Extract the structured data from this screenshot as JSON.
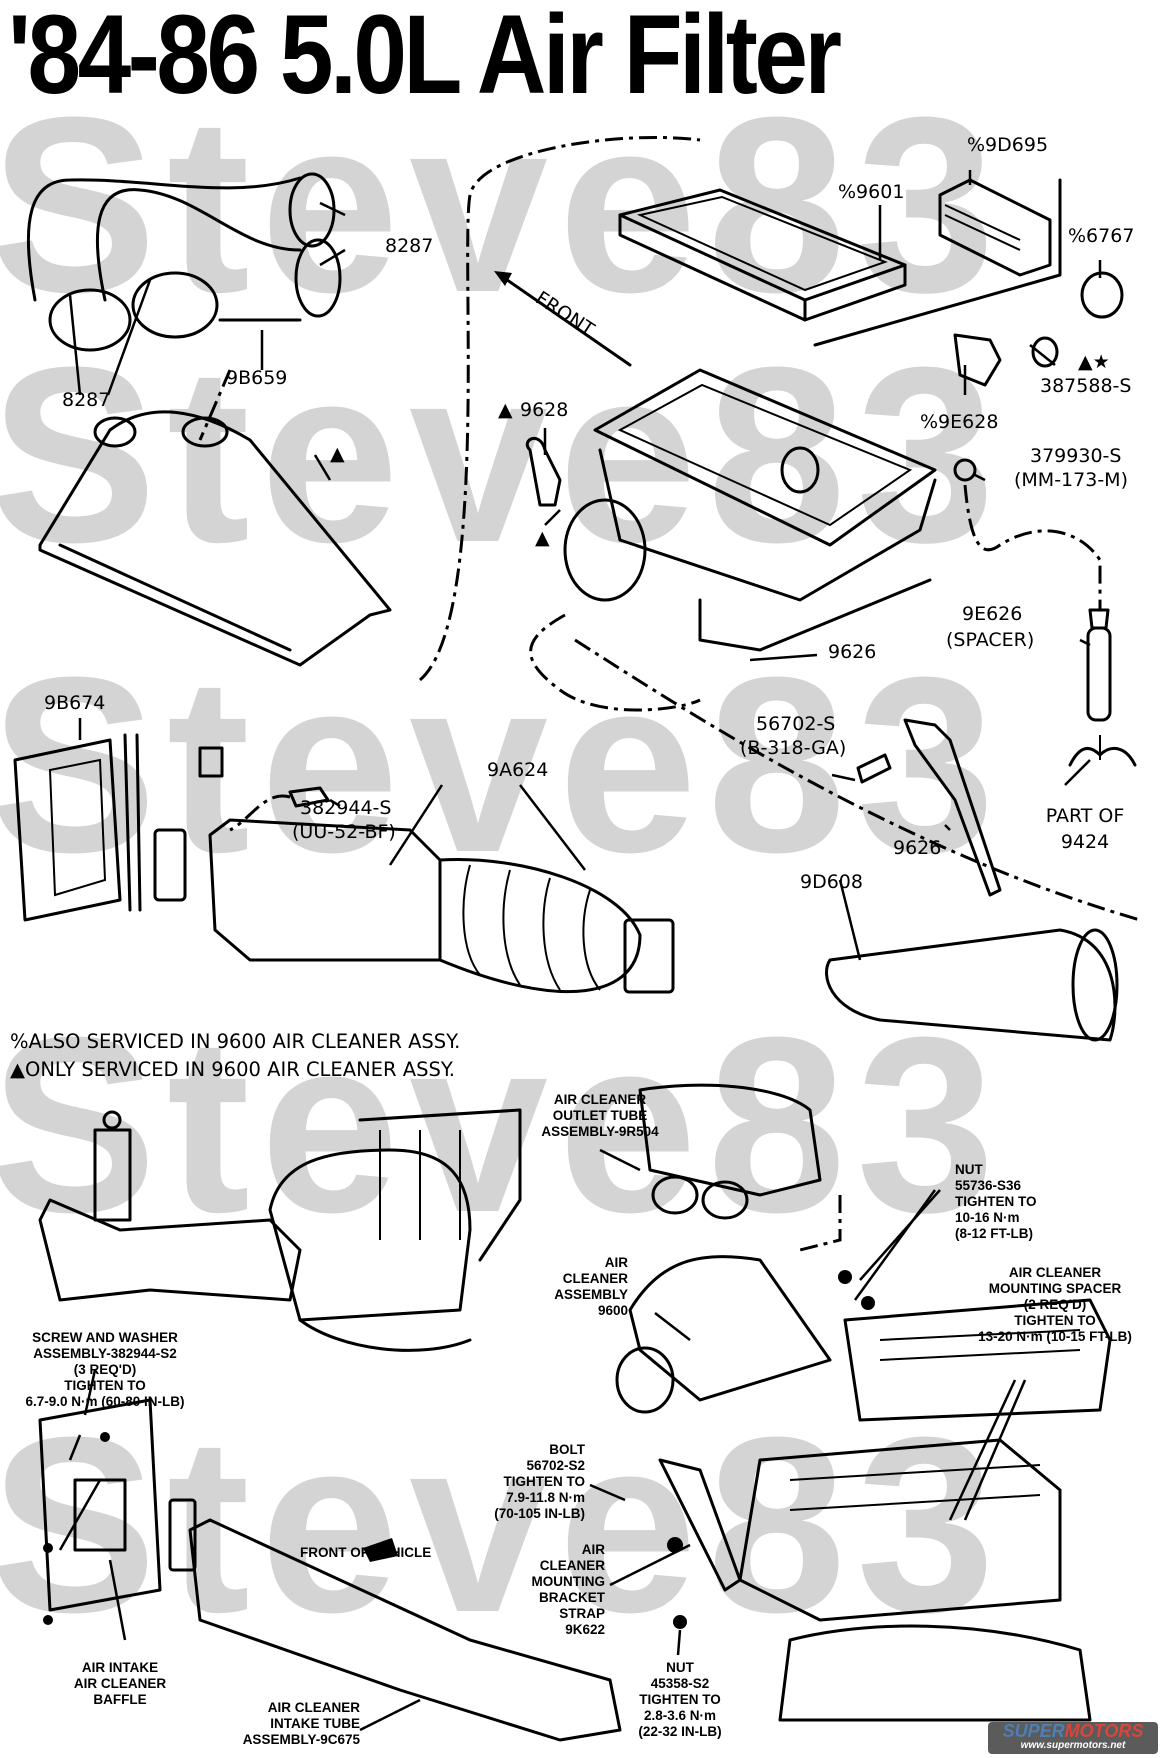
{
  "title": "'84-86 5.0L Air Filter",
  "watermark": {
    "text": "Steve83",
    "rows": [
      "Steve83",
      "Steve83",
      "Steve83",
      "Steve83",
      "Steve83"
    ]
  },
  "exploded_view": {
    "front_arrow": "FRONT",
    "parts": {
      "clamp_top": "8287",
      "clamp_left": "8287",
      "outlet_tube": "9B659",
      "filter_element": "%9601",
      "silencer": "%9D695",
      "grommet": "%6767",
      "pushnut": "387588-S",
      "pushnut_marks": "▲★",
      "clip_9e628": "%9E628",
      "valve_9628": "9628",
      "valve_mark": "▲",
      "nut_379930": "379930-S",
      "nut_379930_alt": "(MM-173-M)",
      "spacer": "9E626",
      "spacer_alt": "(SPACER)",
      "bracket_upper": "9626",
      "bolt_56702": "56702-S",
      "bolt_56702_alt": "(B-318-GA)",
      "bracket_lower": "9626",
      "part_of_line1": "PART OF",
      "part_of_line2": "9424",
      "baffle": "9B674",
      "screw_382944": "382944-S",
      "screw_382944_alt": "(UU-52-BF)",
      "intake_tube": "9A624",
      "duct_9d608": "9D608",
      "cover_mark": "▲",
      "housing_mark": "▲"
    }
  },
  "notes": [
    {
      "symbol": "%",
      "text": "ALSO SERVICED IN 9600 AIR CLEANER ASSY."
    },
    {
      "symbol": "▲",
      "text": "ONLY SERVICED IN 9600 AIR CLEANER ASSY."
    }
  ],
  "installed_view": {
    "outlet_tube_label": [
      "AIR CLEANER",
      "OUTLET TUBE",
      "ASSEMBLY-9R504"
    ],
    "nut_label": [
      "NUT",
      "55736-S36",
      "TIGHTEN TO",
      "10-16 N·m",
      "(8-12 FT-LB)"
    ],
    "assembly_label": [
      "AIR",
      "CLEANER",
      "ASSEMBLY",
      "9600"
    ],
    "spacer_label": [
      "AIR CLEANER",
      "MOUNTING SPACER",
      "(2 REQ'D)",
      "TIGHTEN TO",
      "13-20 N·m (10-15 FT-LB)"
    ],
    "screw_label": [
      "SCREW AND WASHER",
      "ASSEMBLY-382944-S2",
      "(3 REQ'D)",
      "TIGHTEN TO",
      "6.7-9.0 N·m (60-80 IN-LB)"
    ],
    "bolt_label": [
      "BOLT",
      "56702-S2",
      "TIGHTEN TO",
      "7.9-11.8 N·m",
      "(70-105 IN-LB)"
    ],
    "front_of_vehicle": "FRONT OF VEHICLE",
    "bracket_label": [
      "AIR",
      "CLEANER",
      "MOUNTING",
      "BRACKET",
      "STRAP",
      "9K622"
    ],
    "baffle_label": [
      "AIR INTAKE",
      "AIR CLEANER",
      "BAFFLE"
    ],
    "intake_label": [
      "AIR CLEANER",
      "INTAKE TUBE",
      "ASSEMBLY-9C675"
    ],
    "nut2_label": [
      "NUT",
      "45358-S2",
      "TIGHTEN TO",
      "2.8-3.6 N·m",
      "(22-32 IN-LB)"
    ]
  },
  "branding": {
    "logo_part1": "SUPER",
    "logo_part2": "MOTORS",
    "url": "www.supermotors.net",
    "color_blue": "#4d7fb5",
    "color_red": "#d8463a"
  }
}
